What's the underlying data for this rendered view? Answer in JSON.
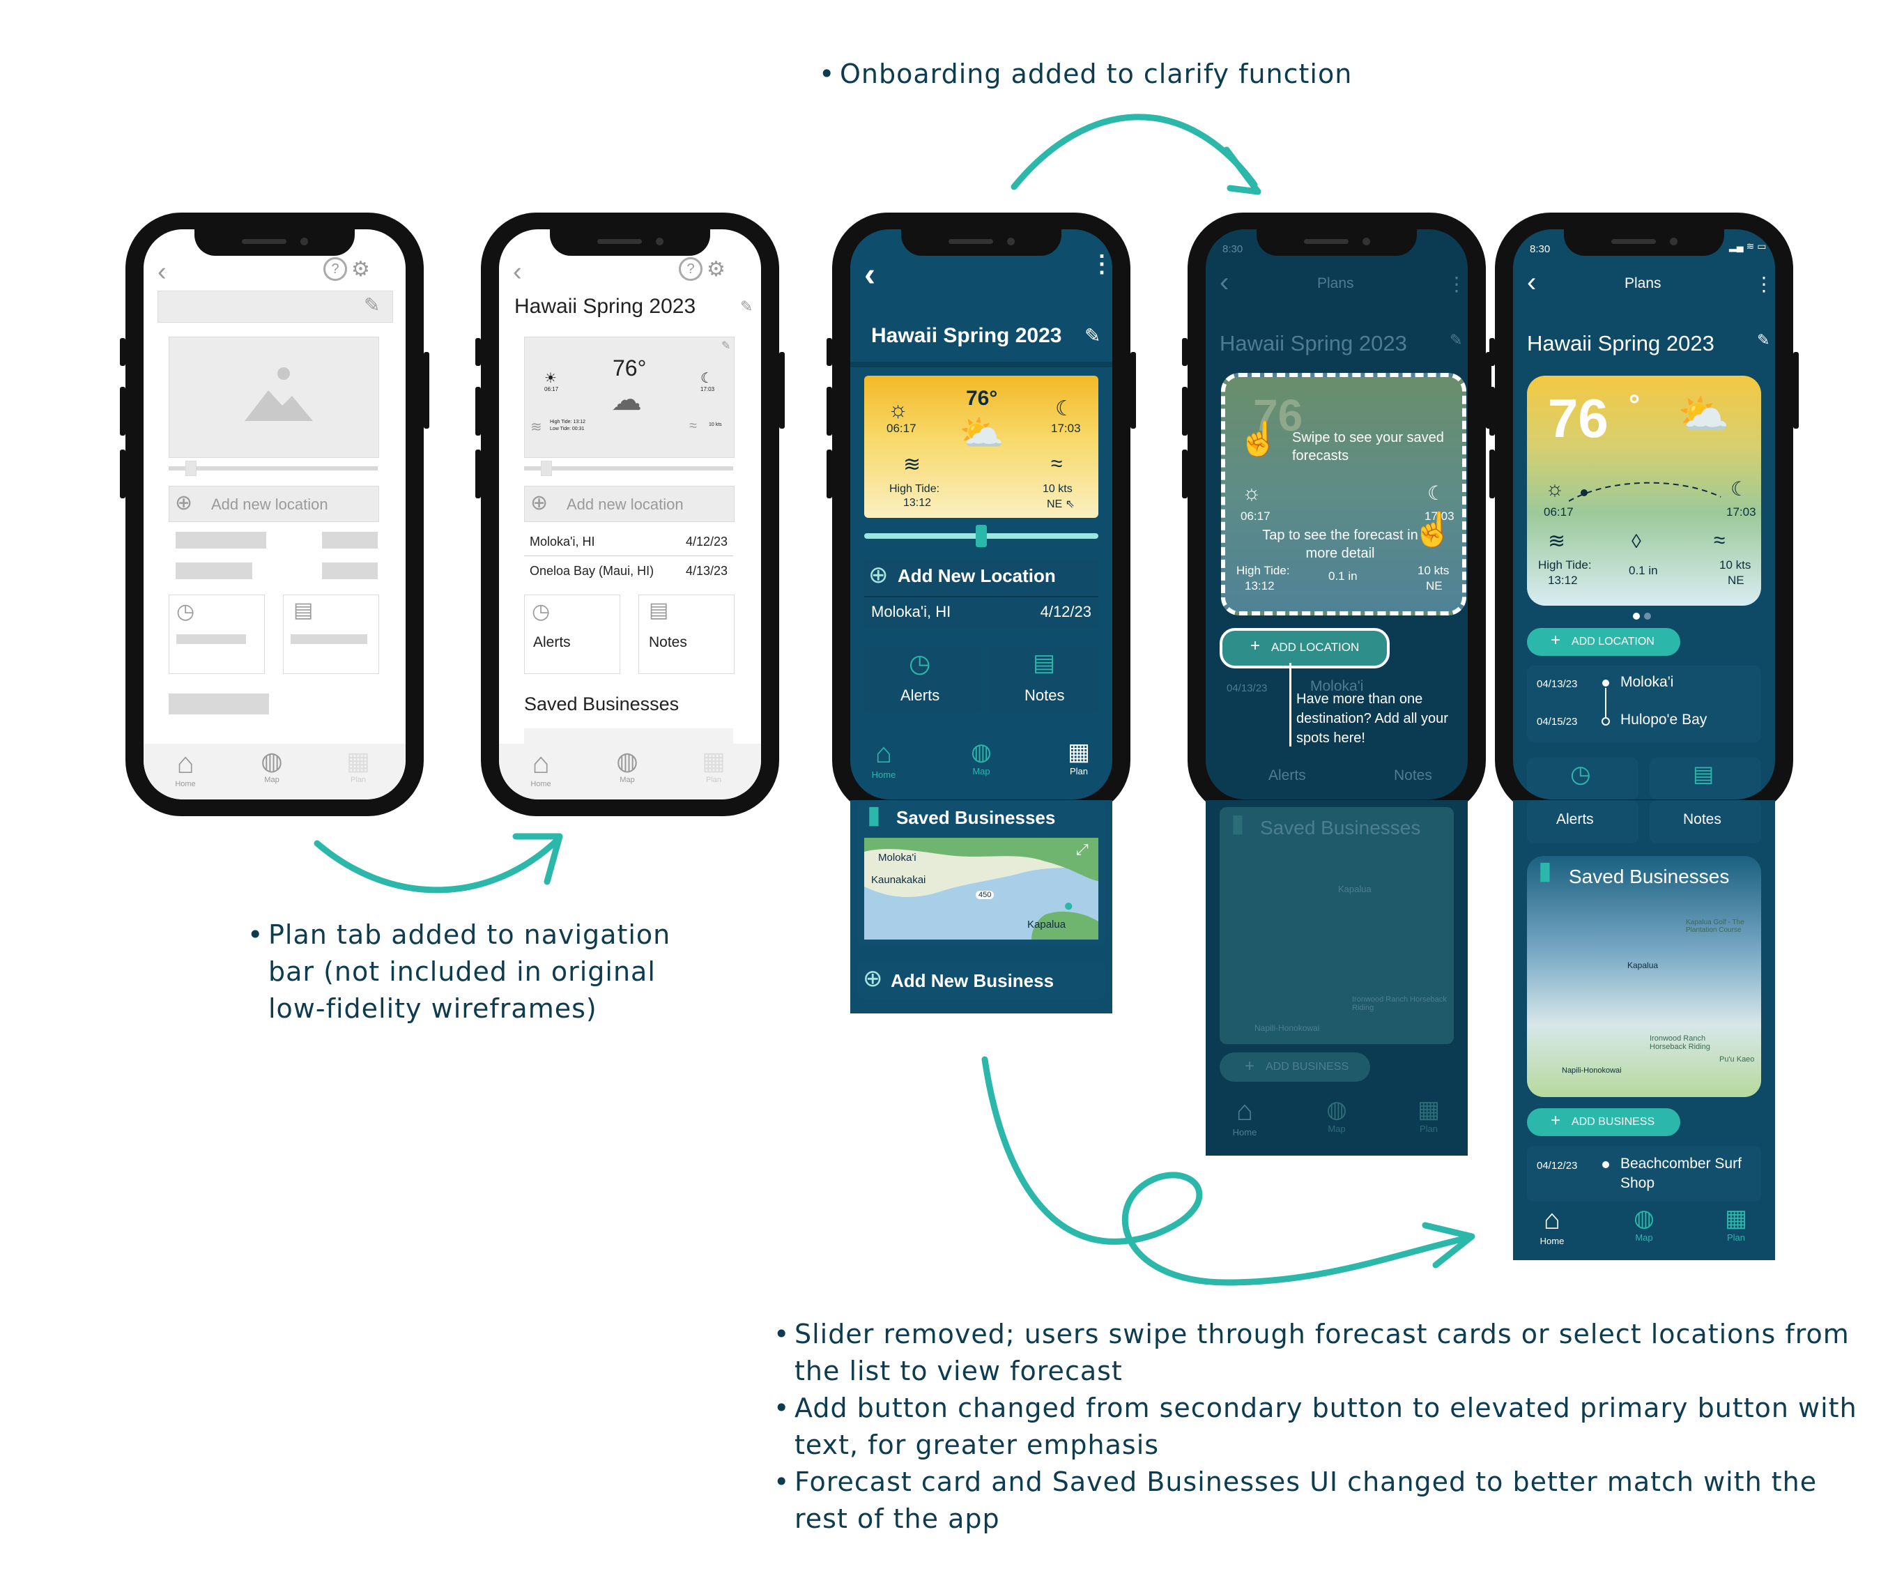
{
  "colors": {
    "teal": "#2bb7aa",
    "navy": "#0e4a66",
    "text": "#0d3b4f"
  },
  "notes": {
    "top": "Onboarding added to clarify function",
    "left": [
      "Plan tab added to navigation",
      "bar (not included in original",
      "low-fidelity wireframes)"
    ],
    "bottom": [
      [
        "Slider removed; users swipe through forecast cards or select locations from",
        "the list to view forecast"
      ],
      [
        "Add button changed from secondary button to elevated primary button with",
        "text, for greater emphasis"
      ],
      [
        "Forecast card and Saved Businesses UI changed to better match with the",
        "rest of the app"
      ]
    ]
  },
  "nav": {
    "home": "Home",
    "map": "Map",
    "plan": "Plan"
  },
  "wireframe1": {
    "add": "Add new location"
  },
  "wireframe2": {
    "title": "Hawaii Spring 2023",
    "temp": "76°",
    "sunrise": "06:17",
    "sunset": "17:03",
    "tide": "High Tide: 13:12",
    "low_tide": "Low Tide: 00:31",
    "wind": "10 kts",
    "add": "Add new location",
    "locations": [
      {
        "name": "Moloka'i, HI",
        "date": "4/12/23"
      },
      {
        "name": "Oneloa Bay (Maui, HI)",
        "date": "4/13/23"
      }
    ],
    "alerts": "Alerts",
    "notes": "Notes",
    "saved": "Saved Businesses"
  },
  "mid": {
    "title": "Hawaii Spring 2023",
    "temp": "76°",
    "sunrise": "06:17",
    "sunset": "17:03",
    "tide_label": "High Tide:",
    "tide_time": "13:12",
    "wind": "10 kts",
    "wind_dir": "NE ⇖",
    "add_location": "Add New Location",
    "location": "Moloka'i, HI",
    "location_date": "4/12/23",
    "alerts": "Alerts",
    "notes": "Notes",
    "saved": "Saved Businesses",
    "add_business": "Add New Business",
    "map_labels": [
      "Moloka'i",
      "Kaunakakai",
      "450",
      "Kapalua"
    ]
  },
  "onboard": {
    "time": "8:30",
    "header": "Plans",
    "title": "Hawaii Spring 2023",
    "tip1": "Swipe to see your saved forecasts",
    "tip2": "Tap to see the forecast in more detail",
    "tip3": "Have more than one destination? Add all your spots here!",
    "temp": "76",
    "sunrise": "06:17",
    "sunset": "17:03",
    "tide_label": "High Tide:",
    "tide_time": "13:12",
    "swell": "0.1 in",
    "wind": "10 kts",
    "wind_dir": "NE",
    "add_location": "ADD LOCATION",
    "row_date": "04/13/23",
    "row_name": "Moloka'i",
    "alerts": "Alerts",
    "notes": "Notes",
    "saved": "Saved Businesses",
    "add_business": "ADD BUSINESS",
    "map_labels": [
      "Kapalua",
      "Napili-Honokowai",
      "Ironwood Ranch Horseback Riding"
    ]
  },
  "final": {
    "time": "8:30",
    "header": "Plans",
    "title": "Hawaii Spring 2023",
    "temp": "76",
    "sunrise": "06:17",
    "sunset": "17:03",
    "tide_label": "High Tide:",
    "tide_time": "13:12",
    "swell": "0.1 in",
    "wind": "10 kts",
    "wind_dir": "NE",
    "add_location": "ADD LOCATION",
    "rows": [
      {
        "date": "04/13/23",
        "name": "Moloka'i"
      },
      {
        "date": "04/15/23",
        "name": "Hulopo'e Bay"
      }
    ],
    "alerts": "Alerts",
    "notes": "Notes",
    "saved": "Saved Businesses",
    "map_labels": [
      "Kapalua Golf - The Plantation Course",
      "Kapalua",
      "Ironwood Ranch Horseback Riding",
      "Napili-Honokowai",
      "Pu'u Kaeo"
    ],
    "add_business": "ADD BUSINESS",
    "business_date": "04/12/23",
    "business_name": "Beachcomber Surf Shop"
  }
}
